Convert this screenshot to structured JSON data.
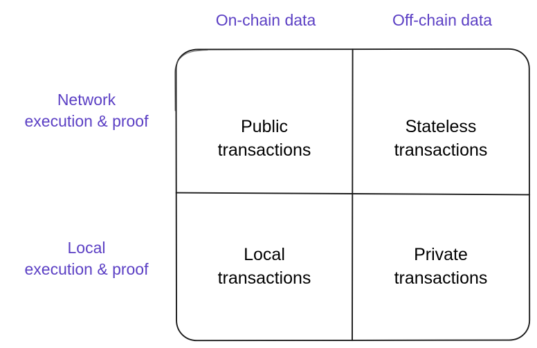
{
  "diagram": {
    "type": "2x2-matrix",
    "accent_color": "#5b3fc4",
    "text_color": "#000000",
    "background_color": "#ffffff",
    "border_color": "#1a1a1a",
    "columns": [
      {
        "id": "on-chain",
        "label": "On-chain data"
      },
      {
        "id": "off-chain",
        "label": "Off-chain data"
      }
    ],
    "rows": [
      {
        "id": "network",
        "line1": "Network",
        "line2": "execution & proof"
      },
      {
        "id": "local",
        "line1": "Local",
        "line2": "execution & proof"
      }
    ],
    "cells": [
      {
        "id": "public-transactions",
        "row": "network",
        "column": "on-chain",
        "line1": "Public",
        "line2": "transactions"
      },
      {
        "id": "stateless-transactions",
        "row": "network",
        "column": "off-chain",
        "line1": "Stateless",
        "line2": "transactions"
      },
      {
        "id": "local-transactions",
        "row": "local",
        "column": "on-chain",
        "line1": "Local",
        "line2": "transactions"
      },
      {
        "id": "private-transactions",
        "row": "local",
        "column": "off-chain",
        "line1": "Private",
        "line2": "transactions"
      }
    ]
  }
}
